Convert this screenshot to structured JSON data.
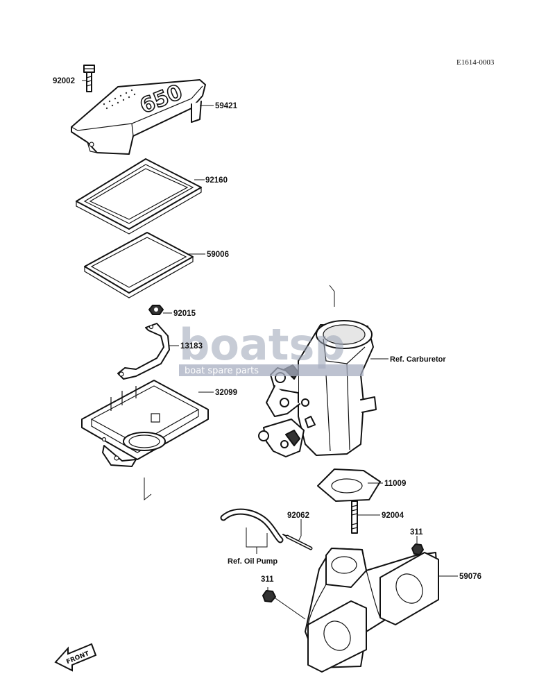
{
  "diagram_id": "E1614-0003",
  "parts": [
    {
      "number": "92002"
    },
    {
      "number": "59421"
    },
    {
      "number": "92160"
    },
    {
      "number": "59006"
    },
    {
      "number": "92015"
    },
    {
      "number": "13183"
    },
    {
      "number": "32099"
    },
    {
      "number": "11009"
    },
    {
      "number": "92004"
    },
    {
      "number": "92062"
    },
    {
      "number": "311"
    },
    {
      "number": "311"
    },
    {
      "number": "59076"
    }
  ],
  "references": {
    "carburetor": "Ref. Carburetor",
    "oil_pump": "Ref. Oil Pump"
  },
  "cover_emblem": "650",
  "front_marker": "FRONT",
  "watermark": {
    "brand": "boatsp",
    "tagline": "boat spare parts"
  }
}
